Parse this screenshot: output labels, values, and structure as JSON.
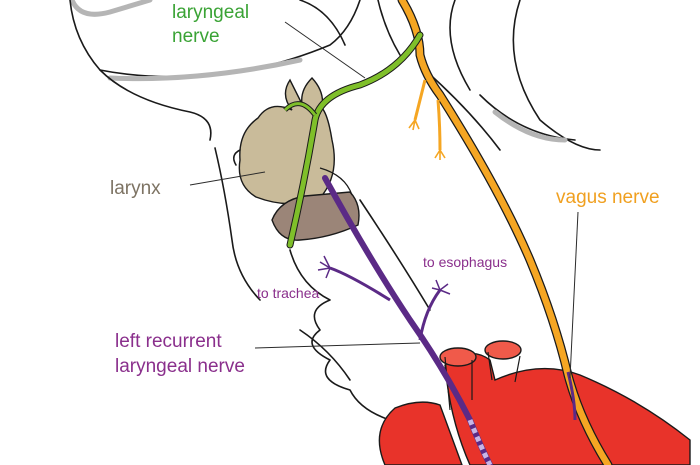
{
  "labels": {
    "superior_laryngeal_nerve": [
      "laryngeal",
      "nerve"
    ],
    "larynx": "larynx",
    "vagus_nerve": "vagus nerve",
    "to_esophagus": "to esophagus",
    "to_trachea": "to trachea",
    "left_recurrent_laryngeal_nerve": [
      "left recurrent",
      "laryngeal nerve"
    ]
  },
  "colors": {
    "superior_laryngeal_nerve": "#7fbf2a",
    "superior_laryngeal_label": "#3aa335",
    "vagus_nerve": "#f5a623",
    "vagus_label": "#f0a020",
    "recurrent_laryngeal_nerve": "#5b2a86",
    "recurrent_label": "#8a2f8c",
    "larynx": "#c9bb9a",
    "larynx_label": "#7d7363",
    "cricoid": "#9b8578",
    "heart": "#e8332a",
    "outline": "#1a1a1a"
  }
}
